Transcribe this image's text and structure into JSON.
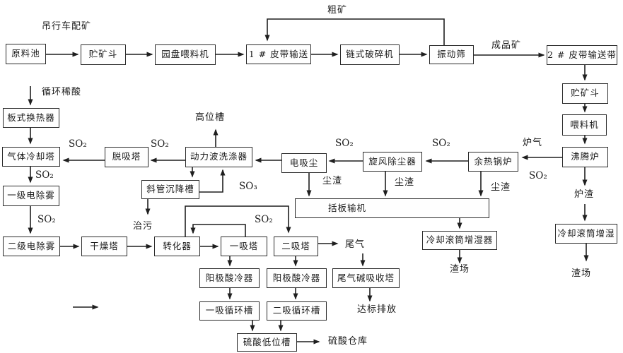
{
  "diagram": {
    "type": "flowchart",
    "nodes": {
      "raw_pool": "原料池",
      "ore_hopper": "贮矿斗",
      "disc_feeder": "园盘喂料机",
      "belt_1": "1 # 皮带输送",
      "chain_crusher": "链式破碎机",
      "vibrating_screen": "振动筛",
      "belt_2": "2 # 皮带输送带",
      "feeder": "喂料机",
      "fluidized_furnace": "沸腾炉",
      "waste_heat_boiler": "余热锅炉",
      "cyclone_dust_collector": "旋风除尘器",
      "electric_dust_collector": "电吸尘",
      "dynawave_scrubber": "动力波洗涤器",
      "desorption_tower": "脱吸塔",
      "gas_cooling_tower": "气体冷却塔",
      "plate_heat_exchanger": "板式换热器",
      "primary_demister": "一级电除雾",
      "secondary_demister": "二级电除雾",
      "drying_tower": "干燥塔",
      "converter": "转化器",
      "first_absorption_tower": "一吸塔",
      "second_absorption_tower": "二吸塔",
      "inclined_tube_settler": "斜管沉降槽",
      "scraper_conveyor": "括板输机",
      "cooling_drum_humidifier": "冷却滚筒增湿器",
      "cooling_drum_humidifier_right": "冷却滚筒增湿",
      "anode_acid_cooler": "阳极酸冷器",
      "tail_gas_alkali_tower": "尾气碱吸收塔",
      "first_absorption_circ_tank": "一吸循环槽",
      "second_absorption_circ_tank": "二吸循环槽",
      "acid_low_tank": "硫酸低位槽"
    },
    "labels": {
      "crane_ore_blending": "吊行车配矿",
      "coarse_ore": "粗矿",
      "product_ore": "成品矿",
      "circulating_dilute_acid": "循环稀酸",
      "head_tank": "高位槽",
      "so2": "SO₂",
      "so3": "SO₃",
      "furnace_gas": "炉气",
      "dust_slag": "尘渣",
      "furnace_slag": "炉渣",
      "slag_yard": "渣场",
      "sewage_treatment": "治污",
      "tail_gas": "尾气",
      "standard_discharge": "达标排放",
      "acid_warehouse": "硫酸仓库"
    },
    "colors": {
      "background": "#ffffff",
      "line": "#1f1f1f",
      "box_border": "#2a2a2a"
    }
  }
}
